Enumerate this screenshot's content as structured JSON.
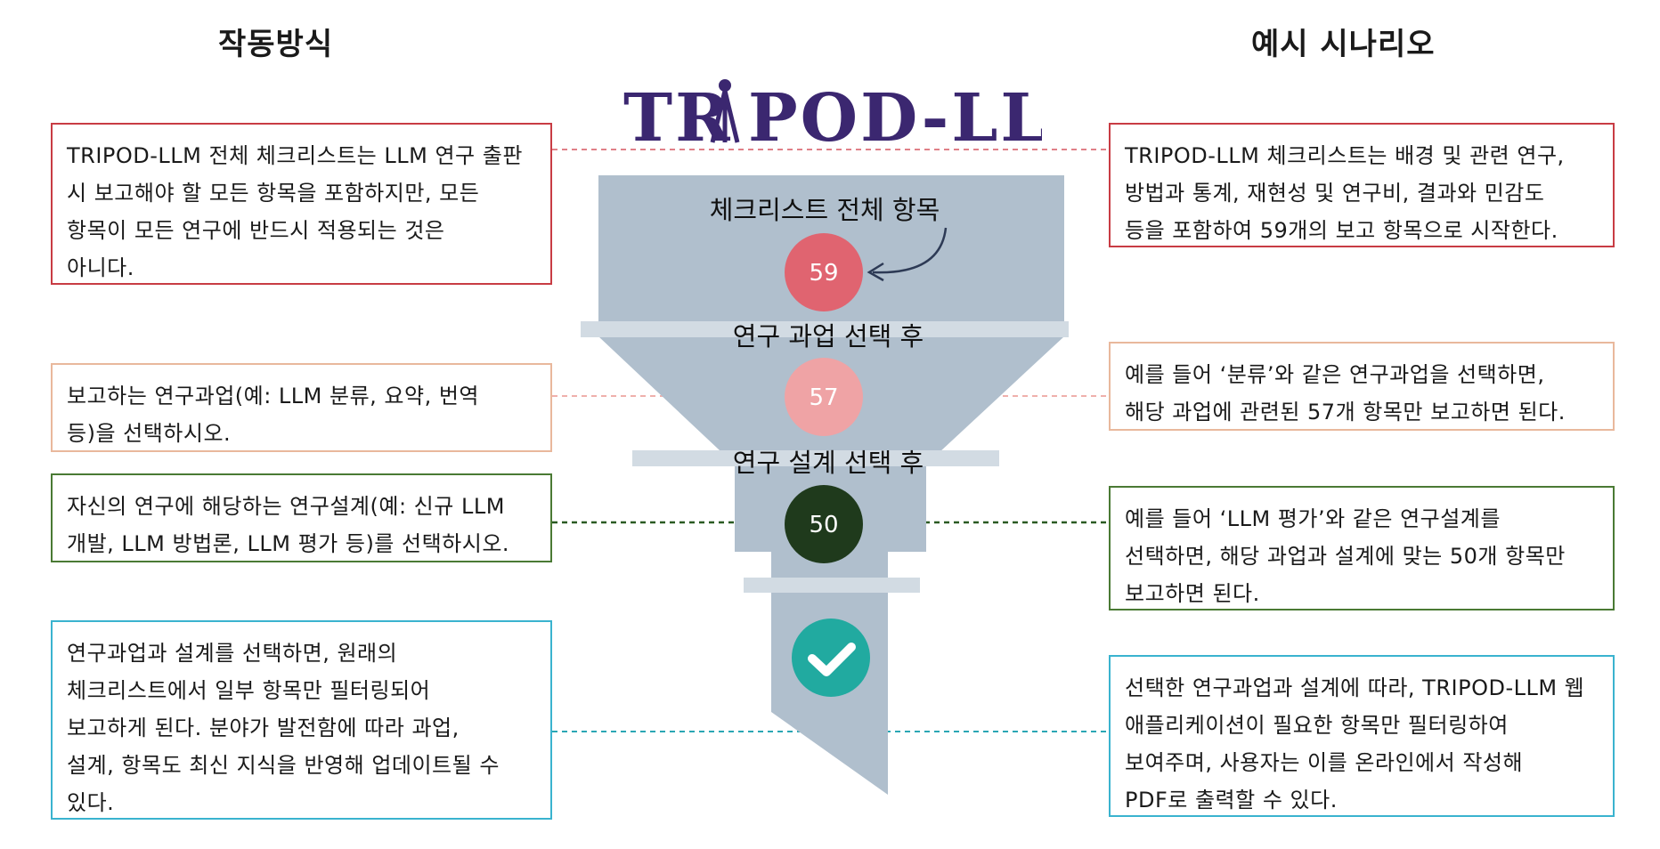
{
  "titles": {
    "left": "작동방식",
    "right": "예시 시나리오"
  },
  "logo": {
    "text_before": "TR",
    "text_after": "POD-LLM"
  },
  "stages": [
    {
      "label": "체크리스트 전체 항목",
      "count": "59"
    },
    {
      "label": "연구 과업 선택 후",
      "count": "57"
    },
    {
      "label": "연구 설계 선택 후",
      "count": "50"
    }
  ],
  "final_icon": "checkmark-icon",
  "colors": {
    "funnel": "#b0bfcd",
    "bar": "#d2dbe3",
    "c59": "#e06470",
    "c57": "#efa3a5",
    "c50": "#1f3a1c",
    "check": "#21aaa0",
    "red": "#c83c44",
    "peach": "#e9b89c",
    "green": "#4a7a34",
    "cyan": "#3ab3cf",
    "logo": "#3b2770"
  },
  "left_boxes": [
    {
      "lines": [
        "TRIPOD-LLM 전체 체크리스트는 LLM 연구 출판",
        "시 보고해야 할 모든 항목을 포함하지만, 모든",
        "항목이 모든 연구에 반드시 적용되는 것은",
        "아니다."
      ]
    },
    {
      "lines": [
        "보고하는 연구과업(예: LLM 분류, 요약, 번역",
        "등)을 선택하시오."
      ]
    },
    {
      "lines": [
        "자신의 연구에 해당하는 연구설계(예: 신규 LLM",
        "개발, LLM 방법론, LLM 평가 등)를 선택하시오."
      ]
    },
    {
      "lines": [
        "연구과업과 설계를 선택하면, 원래의",
        "체크리스트에서 일부 항목만 필터링되어",
        "보고하게 된다. 분야가 발전함에 따라 과업,",
        "설계, 항목도 최신 지식을 반영해 업데이트될 수",
        "있다."
      ]
    }
  ],
  "right_boxes": [
    {
      "lines": [
        "TRIPOD-LLM 체크리스트는 배경 및 관련 연구,",
        "방법과 통계, 재현성 및 연구비, 결과와 민감도",
        "등을 포함하여 59개의 보고 항목으로 시작한다."
      ]
    },
    {
      "lines": [
        "예를 들어 ‘분류’와 같은 연구과업을 선택하면,",
        "해당 과업에 관련된 57개 항목만 보고하면 된다."
      ]
    },
    {
      "lines": [
        "예를 들어 ‘LLM 평가’와 같은 연구설계를",
        "선택하면, 해당 과업과 설계에 맞는 50개 항목만",
        "보고하면 된다."
      ]
    },
    {
      "lines": [
        "선택한 연구과업과 설계에 따라, TRIPOD-LLM 웹",
        "애플리케이션이 필요한 항목만 필터링하여",
        "보여주며, 사용자는 이를 온라인에서 작성해",
        "PDF로 출력할 수 있다."
      ]
    }
  ]
}
